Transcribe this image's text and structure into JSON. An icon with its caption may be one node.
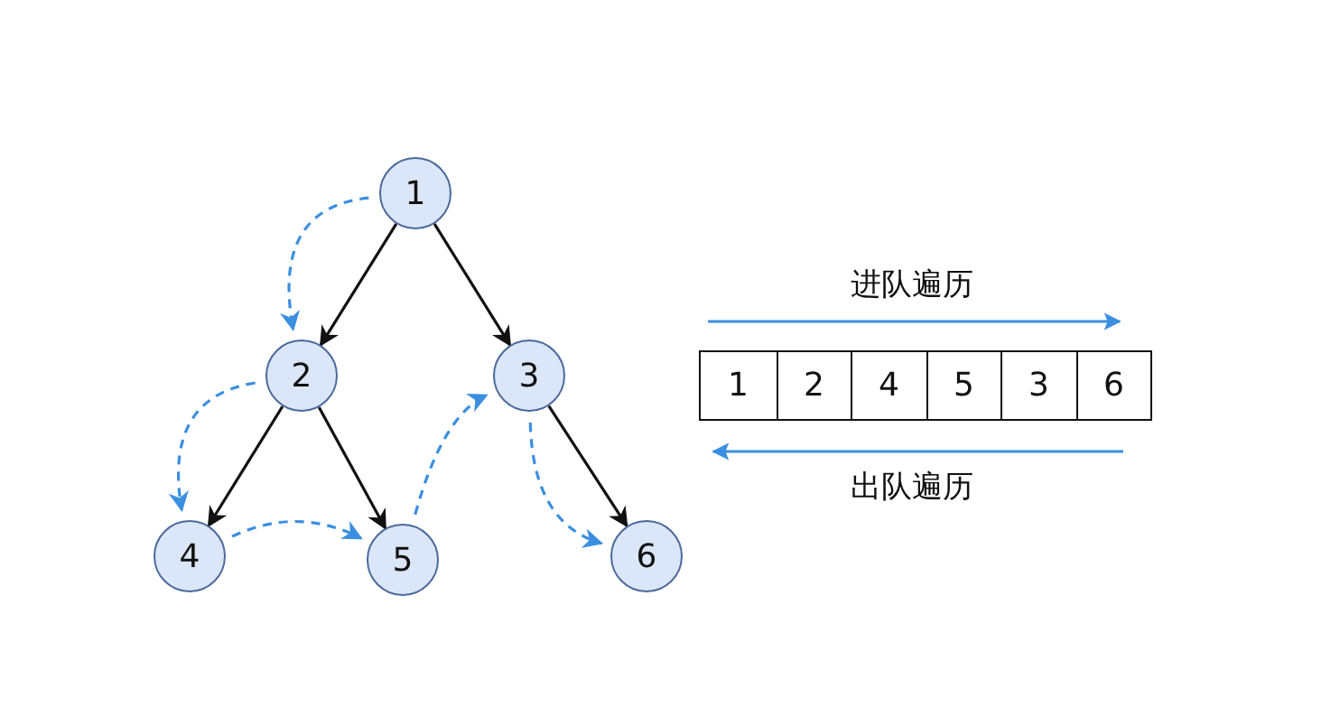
{
  "diagram": {
    "nodes": [
      {
        "text": [
          "1"
        ]
      },
      {
        "text": [
          "2"
        ]
      },
      {
        "text": [
          "3"
        ]
      },
      {
        "text": [
          "4"
        ]
      },
      {
        "text": [
          "5"
        ]
      },
      {
        "text": [
          "6"
        ]
      }
    ],
    "edges": [
      {
        "from": 0,
        "to": 1,
        "arrow": "to"
      },
      {
        "from": 0,
        "to": 2,
        "arrow": "to"
      },
      {
        "from": 1,
        "to": 3,
        "arrow": "to"
      },
      {
        "from": 1,
        "to": 4,
        "arrow": "to"
      },
      {
        "from": 2,
        "to": 5,
        "arrow": "to"
      },
      {
        "from": 0,
        "to": 1,
        "arrow": "to",
        "style": "dashed",
        "color": "#3b8fe0"
      },
      {
        "from": 1,
        "to": 3,
        "arrow": "to",
        "style": "dashed",
        "color": "#3b8fe0"
      },
      {
        "from": 3,
        "to": 4,
        "arrow": "to",
        "style": "dashed",
        "color": "#3b8fe0"
      },
      {
        "from": 4,
        "to": 2,
        "arrow": "to",
        "style": "dashed",
        "color": "#3b8fe0"
      },
      {
        "from": 2,
        "to": 5,
        "arrow": "to",
        "style": "dashed",
        "color": "#3b8fe0"
      }
    ],
    "labels": [
      "进队遍历",
      "1",
      "2",
      "4",
      "5",
      "3",
      "6",
      "出队遍历"
    ]
  }
}
